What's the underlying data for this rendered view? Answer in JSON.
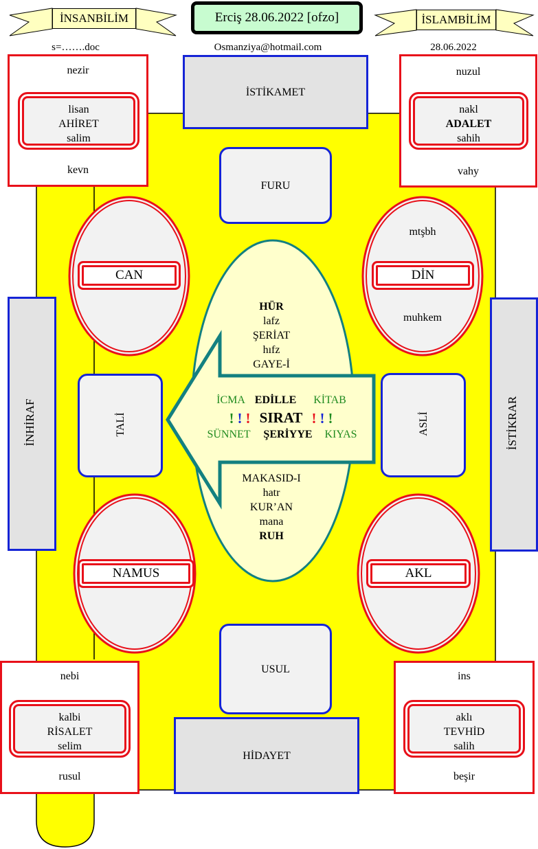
{
  "header": {
    "left_banner": "İNSANBİLİM",
    "center_title": "Erciş 28.06.2022 [ofzo]",
    "right_banner": "İSLAMBİLİM",
    "left_sub": "s=…….doc",
    "center_sub": "Osmanziya@hotmail.com",
    "right_sub": "28.06.2022"
  },
  "corners": {
    "top_left": {
      "top": "nezir",
      "line1": "lisan",
      "line2": "AHİRET",
      "line3": "salim",
      "bottom": "kevn"
    },
    "top_right": {
      "top": "nuzul",
      "line1": "nakl",
      "line2": "ADALET",
      "line3": "sahih",
      "bottom": "vahy"
    },
    "bottom_left": {
      "top": "nebi",
      "line1": "kalbi",
      "line2": "RİSALET",
      "line3": "selim",
      "bottom": "rusul"
    },
    "bottom_right": {
      "top": "ins",
      "line1": "aklı",
      "line2": "TEVHİD",
      "line3": "salih",
      "bottom": "beşir"
    }
  },
  "blue_boxes": {
    "istikamet": "İSTİKAMET",
    "furu": "FURU",
    "usul": "USUL",
    "hidayet": "HİDAYET",
    "inhiraf": "İNHİRAF",
    "istikrar": "İSTİKRAR",
    "tali": "TALİ",
    "asli": "ASLİ"
  },
  "ovals": {
    "can": "CAN",
    "din": "DİN",
    "din_top": "mtşbh",
    "din_bottom": "muhkem",
    "namus": "NAMUS",
    "akl": "AKL"
  },
  "center_oval": {
    "top": [
      "HÜR",
      "lafz",
      "ŞERİAT",
      "hıfz",
      "GAYE-İ"
    ],
    "bottom": [
      "MAKASID-I",
      "hatr",
      "KUR’AN",
      "mana",
      "RUH"
    ]
  },
  "arrow": {
    "row1_left": "İCMA",
    "row1_mid": "EDİLLE",
    "row1_right": "KİTAB",
    "bangs": "!",
    "center": "SIRAT",
    "row3_left": "SÜNNET",
    "row3_mid": "ŞERİYYE",
    "row3_right": "KIYAS"
  },
  "colors": {
    "yellow": "#ffff00",
    "red": "#e8101a",
    "blue": "#1524d6",
    "teal": "#138080",
    "banner": "#ffffc0",
    "title_bg": "#c8fcd0",
    "green_text": "#1f8a1f"
  }
}
